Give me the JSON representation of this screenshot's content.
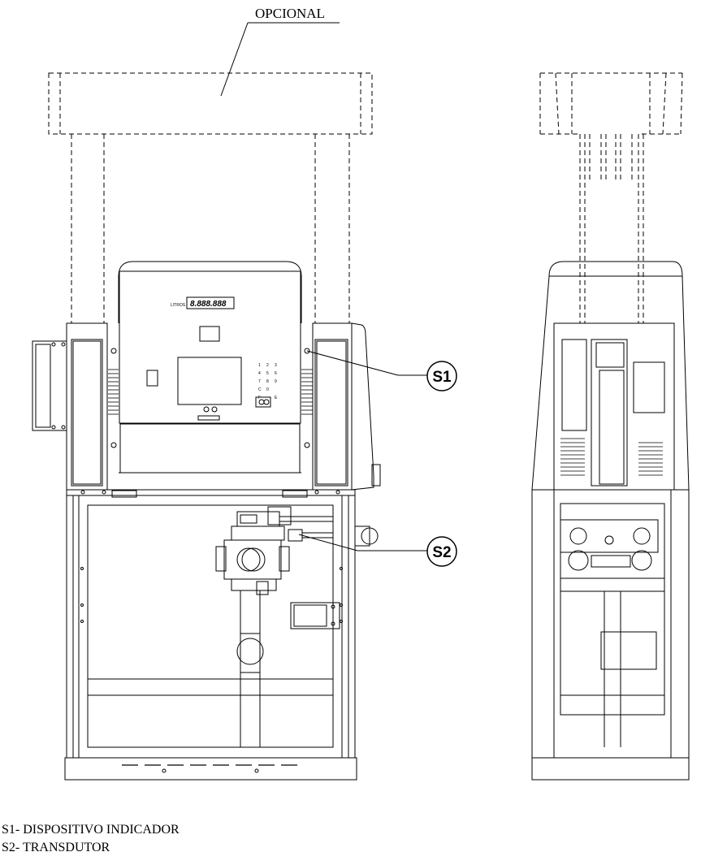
{
  "optional_label": "OPCIONAL",
  "display": {
    "unit": "LITROS",
    "digits": "8.888.888"
  },
  "keypad": [
    "1",
    "2",
    "3",
    "4",
    "5",
    "6",
    "7",
    "8",
    "9",
    "C",
    "0",
    "",
    "F",
    "",
    "E"
  ],
  "callouts": [
    {
      "id": "S1",
      "label": "S1"
    },
    {
      "id": "S2",
      "label": "S2"
    }
  ],
  "legend": [
    "S1- DISPOSITIVO INDICADOR",
    "S2- TRANSDUTOR"
  ]
}
